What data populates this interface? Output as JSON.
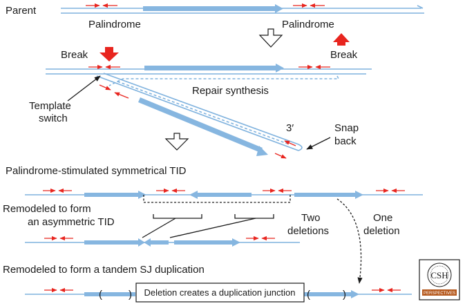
{
  "labels": {
    "parent": "Parent",
    "palindrome_left": "Palindrome",
    "palindrome_right": "Palindrome",
    "break_left": "Break",
    "break_right": "Break",
    "repair_synthesis": "Repair synthesis",
    "template_switch_1": "Template",
    "template_switch_2": "switch",
    "three_prime": "3′",
    "snap_back_1": "Snap",
    "snap_back_2": "back",
    "symmetrical_tid": "Palindrome-stimulated symmetrical TID",
    "asymmetric_1": "Remodeled to form",
    "asymmetric_2": "an asymmetric TID",
    "two_deletions_1": "Two",
    "two_deletions_2": "deletions",
    "one_deletion_1": "One",
    "one_deletion_2": "deletion",
    "tandem_sj": "Remodeled to form a tandem SJ duplication",
    "junction_box": "Deletion creates a duplication junction",
    "paren_open_1": "(",
    "paren_close_1": ")",
    "paren_open_2": "(",
    "paren_close_2": ")"
  },
  "logo": {
    "top": "CSH",
    "bottom": "PERSPECTIVES"
  },
  "colors": {
    "dna_strand": "#7fb2de",
    "thick_segment": "#86b6e0",
    "palindrome_arrow": "#e8251f",
    "break_arrow": "#e8251f",
    "text": "#1a1a1a"
  }
}
